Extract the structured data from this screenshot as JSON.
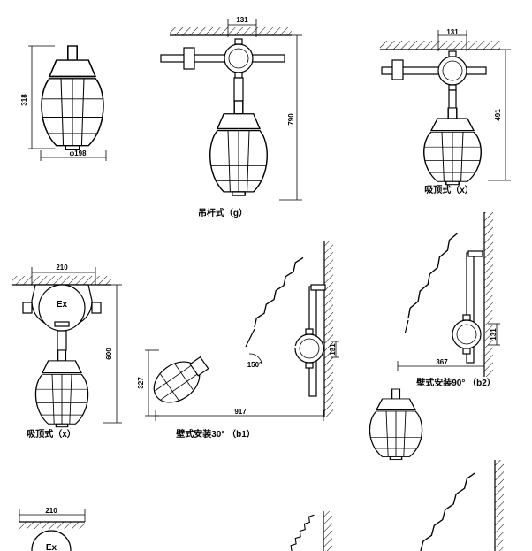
{
  "dims": {
    "fig1_height": "318",
    "fig1_width": "φ198",
    "fig2_top": "131",
    "fig2_height": "790",
    "fig3_top": "131",
    "fig3_height": "491",
    "fig4_top": "210",
    "fig4_height": "600",
    "fig5_angle": "150°",
    "fig5_box": "131",
    "fig5_height": "327",
    "fig5_length": "917",
    "fig6_box": "131",
    "fig6_length": "367",
    "fig7_top": "210"
  },
  "captions": {
    "pendant": "吊杆式（g）",
    "ceiling_1": "吸顶式（x）",
    "ceiling_2": "吸顶式（x）",
    "wall_30": "壁式安装30°  （b1）",
    "wall_90": "壁式安装90°  （b2）"
  },
  "labels": {
    "ex_1": "Ex",
    "ex_2": "Ex"
  }
}
